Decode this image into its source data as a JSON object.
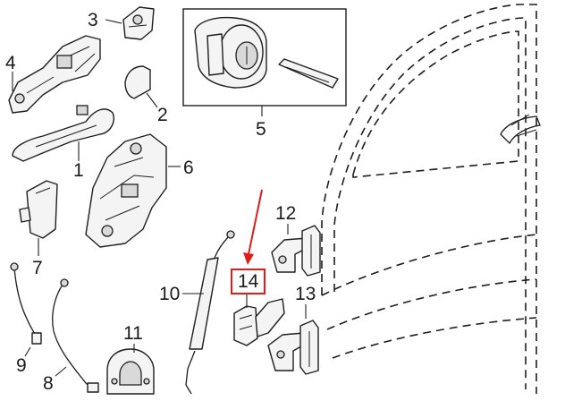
{
  "callouts": {
    "c1": "1",
    "c2": "2",
    "c3": "3",
    "c4": "4",
    "c5": "5",
    "c6": "6",
    "c7": "7",
    "c8": "8",
    "c9": "9",
    "c10": "10",
    "c11": "11",
    "c12": "12",
    "c13": "13",
    "c14": "14"
  },
  "highlight_color": "#e01b1b"
}
